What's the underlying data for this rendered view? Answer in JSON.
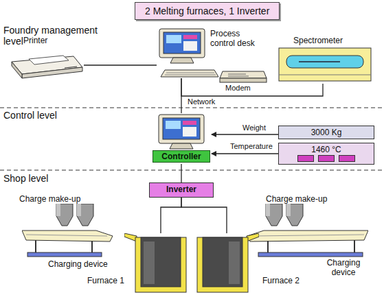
{
  "diagram": {
    "title": "2 Melting furnaces, 1 Inverter",
    "nodes": [
      {
        "text": [
          "Printer"
        ]
      },
      {
        "text": [
          "Process control desk"
        ]
      },
      {
        "text": [
          "Modem"
        ]
      },
      {
        "text": [
          "Spectrometer"
        ]
      },
      {
        "text": [
          "Controller"
        ]
      },
      {
        "text": [
          "3000 Kg"
        ]
      },
      {
        "text": [
          "1460 °C"
        ]
      },
      {
        "text": [
          "Inverter"
        ]
      },
      {
        "text": [
          "Charge make-up"
        ]
      },
      {
        "text": [
          "Charging device"
        ]
      },
      {
        "text": [
          "Furnace 1"
        ]
      },
      {
        "text": [
          "Charge make-up"
        ]
      },
      {
        "text": [
          "Charging device"
        ]
      },
      {
        "text": [
          "Furnace 2"
        ]
      }
    ],
    "edges": [
      {
        "from": 0,
        "to": 1,
        "arrow": "none"
      },
      {
        "from": 1,
        "to": 3,
        "label": "Network",
        "arrow": "none"
      },
      {
        "from": 1,
        "to": 4,
        "arrow": "none"
      },
      {
        "from": 5,
        "to": 4,
        "label": "Weight",
        "arrow": "to"
      },
      {
        "from": 6,
        "to": 4,
        "label": "Temperature",
        "arrow": "to"
      },
      {
        "from": 4,
        "to": 7,
        "arrow": "none"
      },
      {
        "from": 7,
        "to": 10,
        "arrow": "none"
      },
      {
        "from": 7,
        "to": 13,
        "arrow": "none"
      }
    ],
    "labels": [
      "Foundry management level",
      "Control level",
      "Shop level"
    ]
  }
}
